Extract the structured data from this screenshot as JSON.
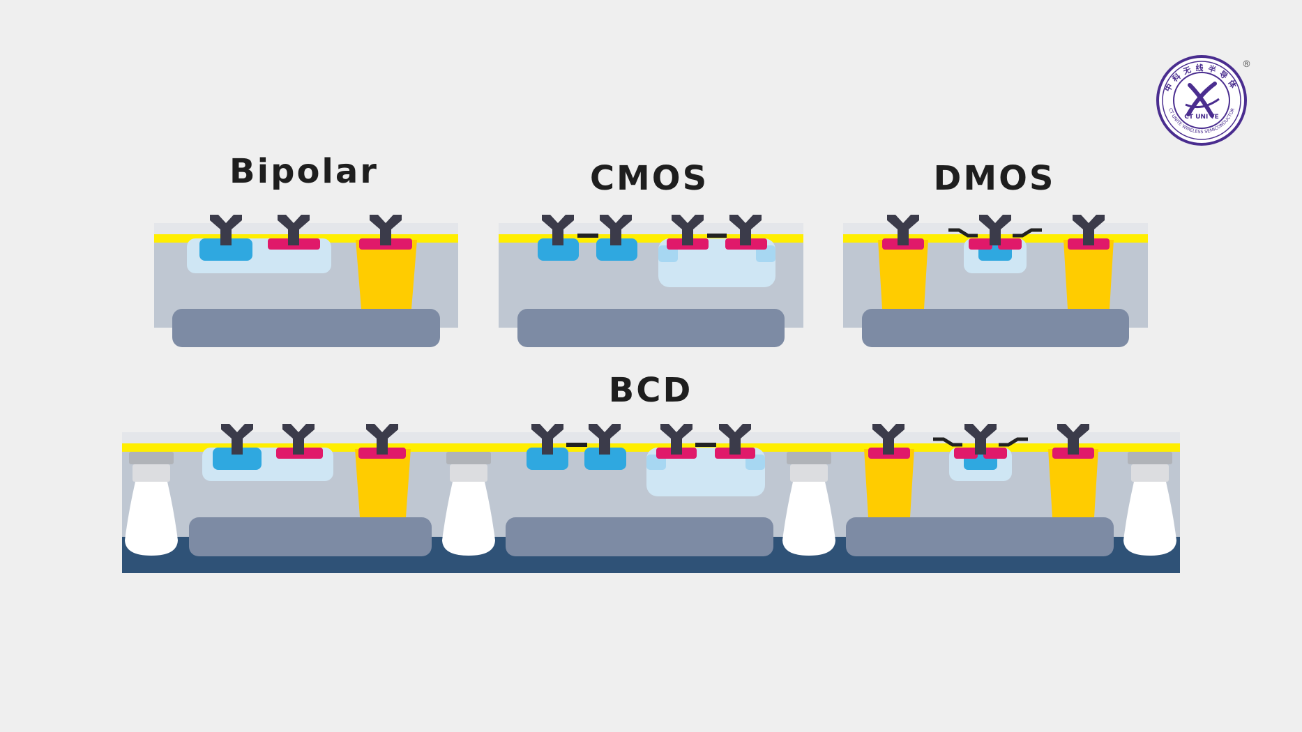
{
  "labels": {
    "bipolar": "Bipolar",
    "cmos": "CMOS",
    "dmos": "DMOS",
    "bcd": "BCD"
  },
  "logo": {
    "name": "CT UNI TE",
    "ring_text": "CT UNITE WIRELESS SEMICONDUCTOR",
    "cn_text": "中科无线半导体",
    "registered_mark": "®"
  },
  "colors": {
    "background": "#efefef",
    "oxide_yellow": "#ffee00",
    "substrate_gray": "#bfc7d2",
    "well_light_blue": "#cfe6f4",
    "n_region_blue": "#2fa8e0",
    "p_region_magenta": "#e0196a",
    "sinker_gold": "#ffcc00",
    "buried_layer": "#7d8ba4",
    "base_navy": "#2f5277",
    "isolation_white": "#ffffff",
    "contact_dark": "#3b3b4a",
    "logo_purple": "#4a2d8f"
  }
}
